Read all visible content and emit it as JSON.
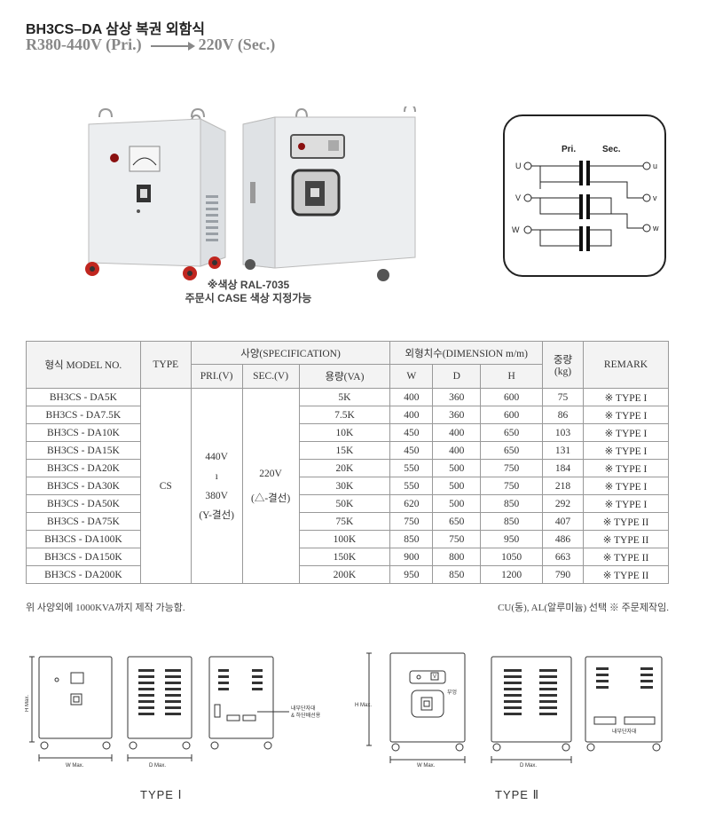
{
  "header": {
    "title": "BH3CS–DA 삼상 복권 외함식",
    "primary": "R380-440V (Pri.)",
    "secondary": "220V (Sec.)"
  },
  "photo_note": {
    "line1": "※색상 RAL-7035",
    "line2": "주문시 CASE 색상 지정가능"
  },
  "schematic": {
    "pri_label": "Pri.",
    "sec_label": "Sec.",
    "pri_terminals": [
      "U",
      "V",
      "W"
    ],
    "sec_terminals": [
      "u",
      "v",
      "w"
    ]
  },
  "table": {
    "headers": {
      "model": "형식 MODEL NO.",
      "type": "TYPE",
      "spec": "사양(SPECIFICATION)",
      "pri": "PRI.(V)",
      "sec": "SEC.(V)",
      "capacity": "용량(VA)",
      "dimension": "외형치수(DIMENSION m/m)",
      "w": "W",
      "d": "D",
      "h": "H",
      "weight": "중량(kg)",
      "remark": "REMARK"
    },
    "merged": {
      "type": "CS",
      "pri_top": "440V",
      "pri_sep": "ı",
      "pri_bottom": "380V",
      "pri_conn": "(Y-결선)",
      "sec_value": "220V",
      "sec_conn": "(△-결선)"
    },
    "rows": [
      {
        "model": "BH3CS - DA5K",
        "va": "5K",
        "w": "400",
        "d": "360",
        "h": "600",
        "kg": "75",
        "remark": "※ TYPE I"
      },
      {
        "model": "BH3CS - DA7.5K",
        "va": "7.5K",
        "w": "400",
        "d": "360",
        "h": "600",
        "kg": "86",
        "remark": "※ TYPE I"
      },
      {
        "model": "BH3CS - DA10K",
        "va": "10K",
        "w": "450",
        "d": "400",
        "h": "650",
        "kg": "103",
        "remark": "※ TYPE I"
      },
      {
        "model": "BH3CS - DA15K",
        "va": "15K",
        "w": "450",
        "d": "400",
        "h": "650",
        "kg": "131",
        "remark": "※ TYPE I"
      },
      {
        "model": "BH3CS - DA20K",
        "va": "20K",
        "w": "550",
        "d": "500",
        "h": "750",
        "kg": "184",
        "remark": "※ TYPE I"
      },
      {
        "model": "BH3CS - DA30K",
        "va": "30K",
        "w": "550",
        "d": "500",
        "h": "750",
        "kg": "218",
        "remark": "※ TYPE I"
      },
      {
        "model": "BH3CS - DA50K",
        "va": "50K",
        "w": "620",
        "d": "500",
        "h": "850",
        "kg": "292",
        "remark": "※ TYPE I"
      },
      {
        "model": "BH3CS - DA75K",
        "va": "75K",
        "w": "750",
        "d": "650",
        "h": "850",
        "kg": "407",
        "remark": "※ TYPE II"
      },
      {
        "model": "BH3CS - DA100K",
        "va": "100K",
        "w": "850",
        "d": "750",
        "h": "950",
        "kg": "486",
        "remark": "※ TYPE II"
      },
      {
        "model": "BH3CS - DA150K",
        "va": "150K",
        "w": "900",
        "d": "800",
        "h": "1050",
        "kg": "663",
        "remark": "※ TYPE II"
      },
      {
        "model": "BH3CS - DA200K",
        "va": "200K",
        "w": "950",
        "d": "850",
        "h": "1200",
        "kg": "790",
        "remark": "※ TYPE II"
      }
    ]
  },
  "footer": {
    "left": "위 사양외에 1000KVA까지 제작 가능함.",
    "right": "CU(동), AL(알루미늄) 선택 ※ 주문제작임."
  },
  "drawings": {
    "type1_label": "TYPE Ⅰ",
    "type2_label": "TYPE Ⅱ",
    "h_max": "H Max.",
    "w_max": "W Max.",
    "d_max": "D Max.",
    "t1_terminal": "내부단자대",
    "t1_wiring": "& 하단배선용",
    "t2_terminal": "내부단자대",
    "t2_lamp": "부엉",
    "t2_meter": "V"
  }
}
